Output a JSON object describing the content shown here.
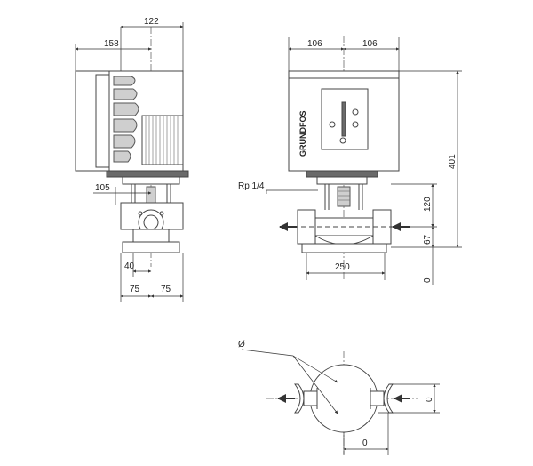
{
  "dimensions": {
    "side_top_width": "122",
    "side_motor_width": "158",
    "side_shaft_offset": "105",
    "side_flange_half": "40",
    "side_base_left": "75",
    "side_base_right": "75",
    "front_half_left": "106",
    "front_half_right": "106",
    "front_total_height": "401",
    "front_inlet_height": "120",
    "front_pipe_height": "67",
    "front_base_zero": "0",
    "front_port_to_port": "250",
    "plan_width": "0",
    "plan_height": "0"
  },
  "labels": {
    "thread_callout": "Rp 1/4",
    "diameter_symbol": "Ø",
    "brand_vertical": "GRUNDFOS"
  }
}
